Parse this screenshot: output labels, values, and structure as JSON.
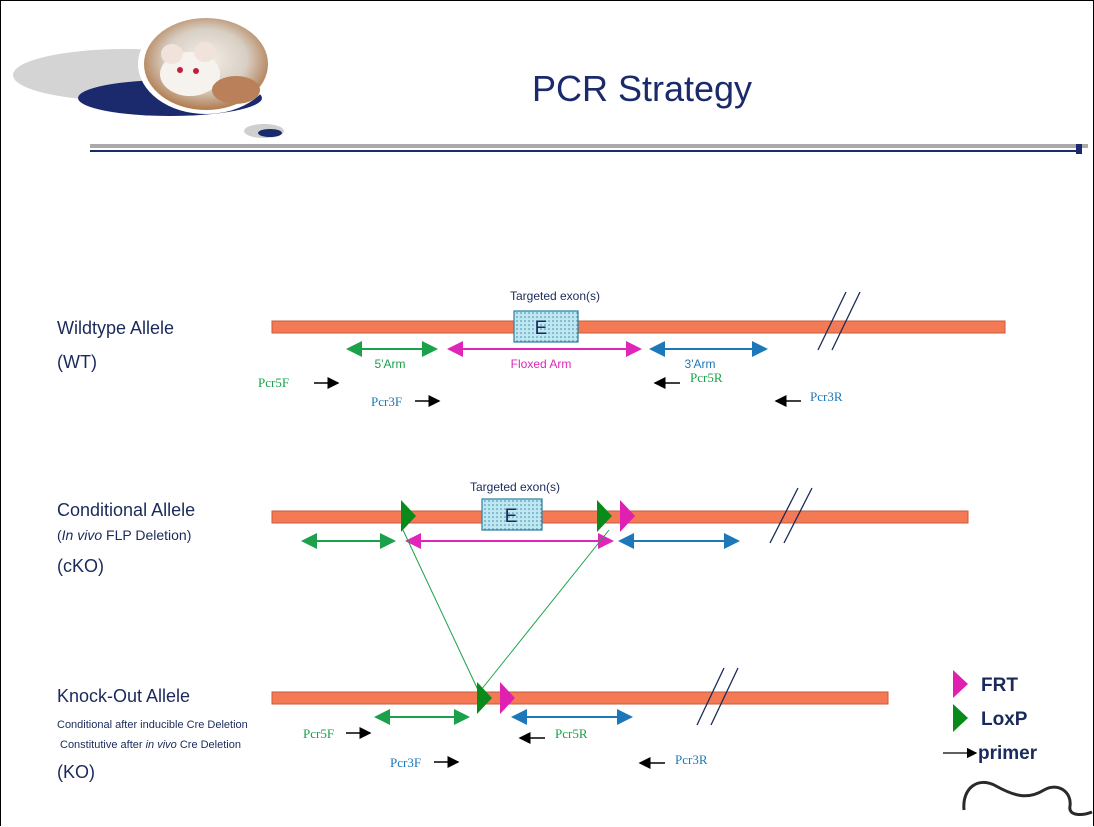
{
  "slide": {
    "title": "PCR Strategy"
  },
  "colors": {
    "bar": "#f47a55",
    "green": "#1aa14a",
    "magenta": "#e026b8",
    "blue": "#1c78b8",
    "loxp": "#0a8a1a",
    "frt": "#e020b0",
    "navy": "#1a2a6c"
  },
  "wt": {
    "label": "Wildtype Allele",
    "abbr": "(WT)",
    "exon_caption": "Targeted exon(s)",
    "exon_letter": "E",
    "arm5": "5'Arm",
    "floxed": "Floxed Arm",
    "arm3": "3'Arm",
    "pcr5f": "Pcr5F",
    "pcr3f": "Pcr3F",
    "pcr5r": "Pcr5R",
    "pcr3r": "Pcr3R"
  },
  "cko": {
    "label": "Conditional Allele",
    "sub_italic": "In vivo",
    "sub_rest": " FLP Deletion)",
    "sub_open": "(",
    "abbr": "(cKO)",
    "exon_caption": "Targeted exon(s)",
    "exon_letter": "E"
  },
  "ko": {
    "label": "Knock-Out Allele",
    "line1": "Conditional after inducible Cre Deletion",
    "line2_pre": "Constitutive after ",
    "line2_italic": "in vivo",
    "line2_post": " Cre Deletion",
    "abbr": "(KO)",
    "pcr5f": "Pcr5F",
    "pcr3f": "Pcr3F",
    "pcr5r": "Pcr5R",
    "pcr3r": "Pcr3R"
  },
  "legend": {
    "frt": "FRT",
    "loxp": "LoxP",
    "primer": "primer"
  }
}
